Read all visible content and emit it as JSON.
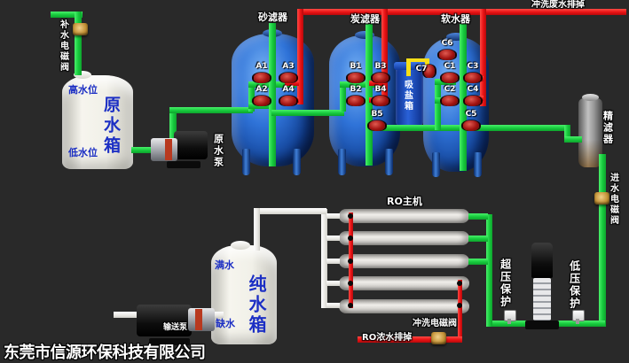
{
  "company": {
    "name": "东莞市信源环保科技有限公司"
  },
  "colors": {
    "pipe_green": "#16c93c",
    "pipe_red": "#e81113",
    "pipe_white": "#e9e8e4",
    "wire_yellow": "#f7df17",
    "tank_blue": "#2f73d8",
    "label_blue": "#1c2fc4"
  },
  "labels": {
    "replenish_valve": "补水电磁阀",
    "raw_tank_name": "原水箱",
    "high_level": "高水位",
    "low_level": "低水位",
    "raw_pump": "原水泵",
    "sand_filter": "砂滤器",
    "carbon_filter": "炭滤器",
    "softener": "软水器",
    "flush_drain": "冲洗废水排掉",
    "salt_box": "吸盐箱",
    "fine_filter": "精滤器",
    "inlet_valve": "进水电磁阀",
    "ro_unit": "RO主机",
    "pure_tank_name": "纯水箱",
    "full_water": "满水",
    "low_water": "缺水",
    "delivery_pump": "输送泵",
    "overpressure": "超压保护",
    "lowpressure": "低压保护",
    "flush_valve": "冲洗电磁阀",
    "ro_drain": "RO浓水排掉"
  },
  "valves": {
    "A1": "A1",
    "A2": "A2",
    "A3": "A3",
    "A4": "A4",
    "B1": "B1",
    "B2": "B2",
    "B3": "B3",
    "B4": "B4",
    "B5": "B5",
    "C1": "C1",
    "C2": "C2",
    "C3": "C3",
    "C4": "C4",
    "C5": "C5",
    "C6": "C6",
    "C7": "C7"
  }
}
